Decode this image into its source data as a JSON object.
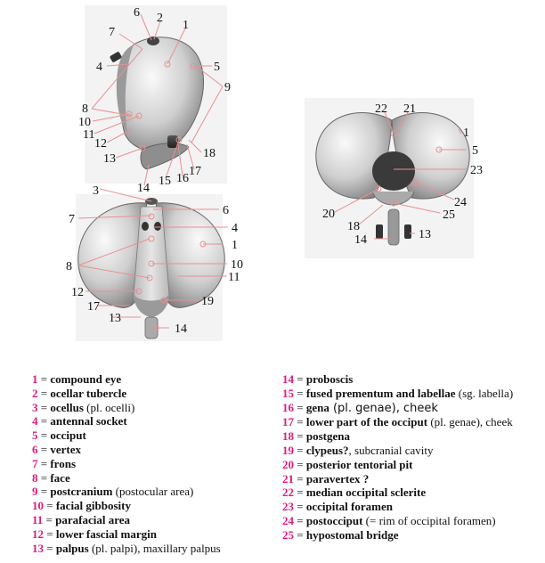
{
  "figure": {
    "colors": {
      "leader_line": "#e8908f",
      "number": "#e0197d",
      "eye_dark": "#8a8a8a",
      "eye_light": "#f2f2f2"
    },
    "views": [
      {
        "name": "lateral-view",
        "labels": [
          "6",
          "2",
          "1",
          "7",
          "4",
          "5",
          "9",
          "8",
          "10",
          "11",
          "12",
          "13",
          "18",
          "15",
          "16",
          "17",
          "14"
        ]
      },
      {
        "name": "frontal-view",
        "labels": [
          "3",
          "6",
          "7",
          "4",
          "1",
          "8",
          "10",
          "11",
          "12",
          "19",
          "17",
          "13",
          "14"
        ]
      },
      {
        "name": "posterior-view",
        "labels": [
          "22",
          "21",
          "1",
          "5",
          "23",
          "24",
          "20",
          "25",
          "18",
          "14",
          "13"
        ]
      }
    ]
  },
  "legend": {
    "left": [
      {
        "num": "1",
        "term": "compound eye",
        "note": ""
      },
      {
        "num": "2",
        "term": "ocellar tubercle",
        "note": ""
      },
      {
        "num": "3",
        "term": "ocellus",
        "note": " (pl. ocelli)"
      },
      {
        "num": "4",
        "term": "antennal socket",
        "note": ""
      },
      {
        "num": "5",
        "term": "occiput",
        "note": ""
      },
      {
        "num": "6",
        "term": "vertex",
        "note": ""
      },
      {
        "num": "7",
        "term": "frons",
        "note": ""
      },
      {
        "num": "8",
        "term": "face",
        "note": ""
      },
      {
        "num": "9",
        "term": "postcranium",
        "note": " (postocular area)"
      },
      {
        "num": "10",
        "term": "facial gibbosity",
        "note": ""
      },
      {
        "num": "11",
        "term": "parafacial area",
        "note": ""
      },
      {
        "num": "12",
        "term": "lower fascial margin",
        "note": ""
      },
      {
        "num": "13",
        "term": "palpus",
        "note": " (pl. palpi), maxillary palpus"
      }
    ],
    "right": [
      {
        "num": "14",
        "term": "proboscis",
        "note": ""
      },
      {
        "num": "15",
        "term": "fused prementum and labellae",
        "note": " (sg. labella)"
      },
      {
        "num": "16",
        "term": "gena",
        "note": " (pl. genae), cheek",
        "sans": true
      },
      {
        "num": "17",
        "term": "lower part of the occiput",
        "note": " (pl. genae), cheek"
      },
      {
        "num": "18",
        "term": "postgena",
        "note": ""
      },
      {
        "num": "19",
        "term": "clypeus?",
        "note": ", subcranial cavity"
      },
      {
        "num": "20",
        "term": "posterior tentorial pit",
        "note": ""
      },
      {
        "num": "21",
        "term": "paravertex ?",
        "note": ""
      },
      {
        "num": "22",
        "term": "median occipital sclerite",
        "note": ""
      },
      {
        "num": "23",
        "term": "occipital foramen",
        "note": ""
      },
      {
        "num": "24",
        "term": "postocciput",
        "note": " (= rim of occipital foramen)"
      },
      {
        "num": "25",
        "term": "hypostomal bridge",
        "note": ""
      }
    ]
  }
}
